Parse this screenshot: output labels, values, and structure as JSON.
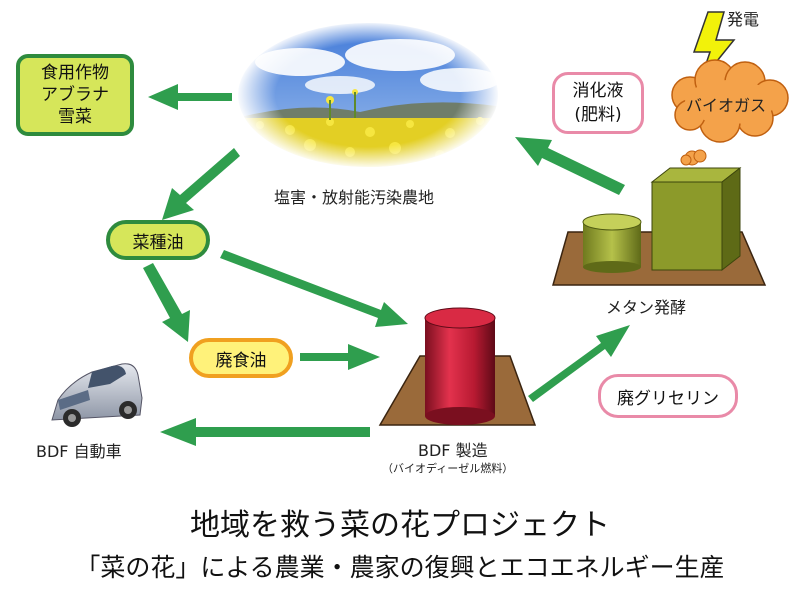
{
  "nodes": {
    "crops": [
      "食用作物",
      "アブラナ",
      "雪菜"
    ],
    "farmland": "塩害・放射能汚染農地",
    "rapeseed_oil": "菜種油",
    "waste_oil": "廃食油",
    "bdf_car": "BDF 自動車",
    "bdf_production": "BDF 製造",
    "bdf_note": "（バイオディーゼル燃料）",
    "methane": "メタン発酵",
    "digestate": [
      "消化液",
      "(肥料)"
    ],
    "biogas": "バイオガス",
    "power": "発電",
    "glycerin": "廃グリセリン"
  },
  "title": "地域を救う菜の花プロジェクト",
  "subtitle": "「菜の花」による農業・農家の復興とエコエネルギー生産",
  "colors": {
    "arrow": "#2f9e4e",
    "green_border": "#2e8b3e",
    "green_fill": "#d6e65a",
    "orange_border": "#f0a020",
    "pink_border": "#e98aa8",
    "tank_red": "#c8223a",
    "digester": "#8c9a2a",
    "biogas_cloud": "#f4a24a"
  }
}
